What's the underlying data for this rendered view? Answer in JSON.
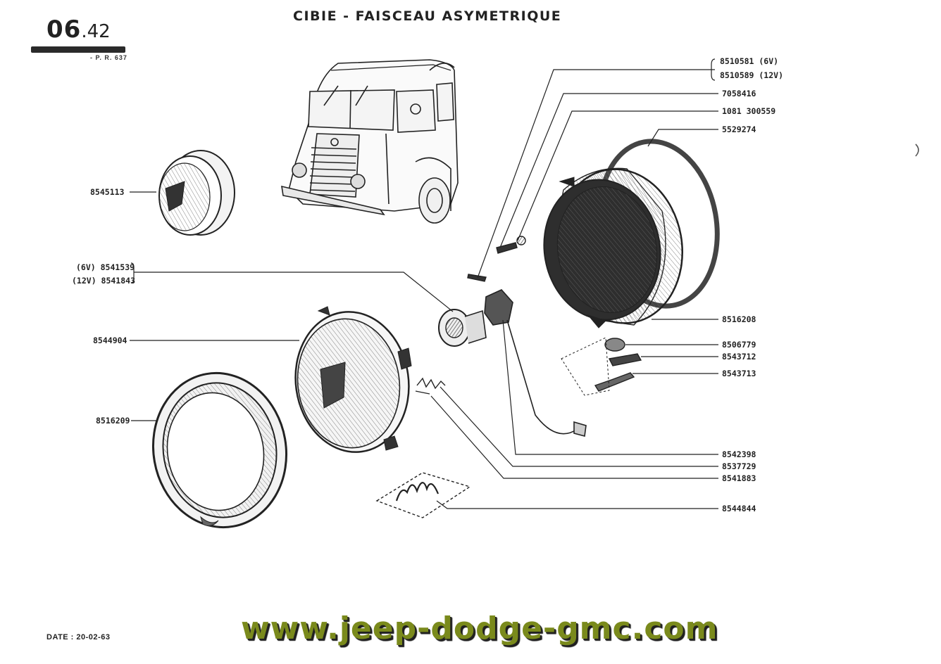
{
  "header": {
    "page_major": "06",
    "page_minor": ".42",
    "page_ref": "- P. R. 637",
    "title": "CIBIE - FAISCEAU ASYMETRIQUE"
  },
  "parts": {
    "p8510581": "8510581 (6V)",
    "p8510589": "8510589 (12V)",
    "p7058416": "7058416",
    "p1081300559": "1081 300559",
    "p5529274": "5529274",
    "p8545113": "8545113",
    "p8541539": "(6V) 8541539",
    "p8541843": "(12V) 8541843",
    "p8544904": "8544904",
    "p8516208": "8516208",
    "p8506779": "8506779",
    "p8543712": "8543712",
    "p8543713": "8543713",
    "p8516209": "8516209",
    "p8542398": "8542398",
    "p8537729": "8537729",
    "p8541883": "8541883",
    "p8544844": "8544844"
  },
  "footer": {
    "date": "DATE : 20-02-63",
    "watermark": "www.jeep-dodge-gmc.com"
  }
}
